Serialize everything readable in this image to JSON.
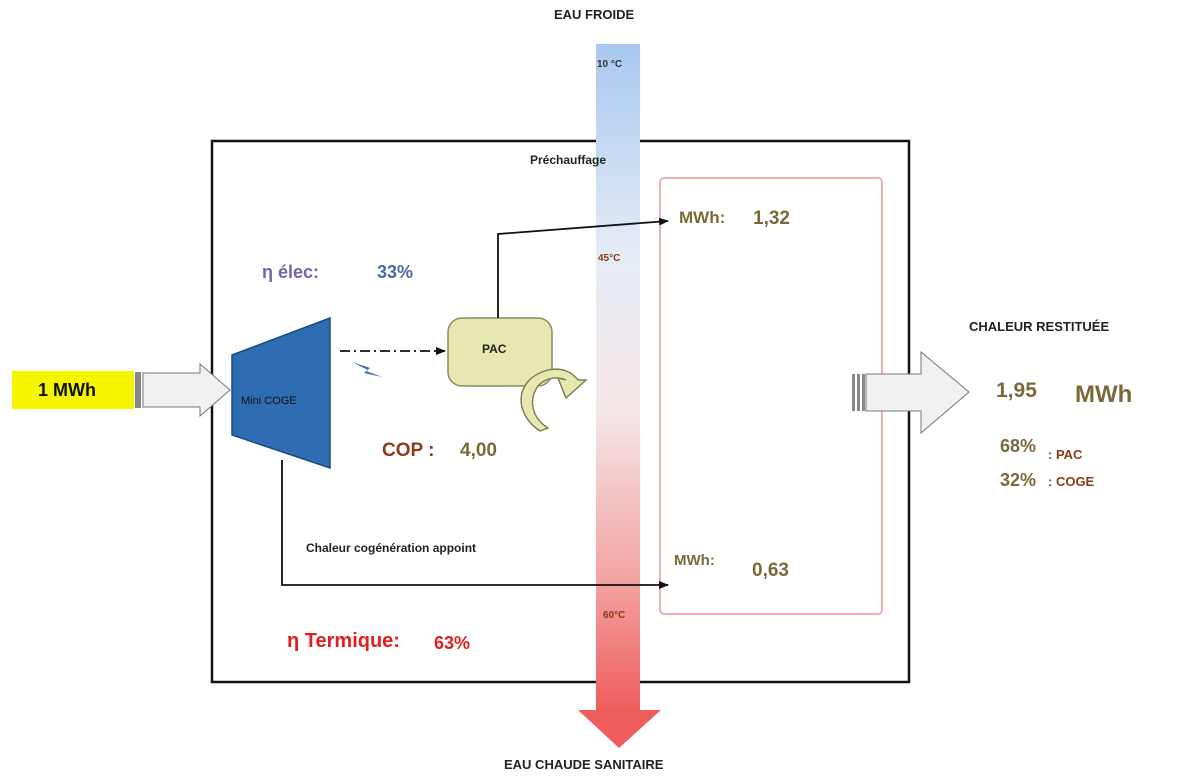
{
  "labels": {
    "cold_water": "EAU FROIDE",
    "hot_water": "EAU CHAUDE SANITAIRE",
    "temp_in": "10 °C",
    "temp_mid": "45°C",
    "temp_out": "60°C",
    "preheating": "Préchauffage",
    "input": "1 MWh",
    "mini_coge": "Mini COGE",
    "pac": "PAC",
    "elec_label": "η élec:",
    "elec_value": "33%",
    "cop_label": "COP :",
    "cop_value": "4,00",
    "pac_mwh_label": "MWh:",
    "pac_mwh_value": "1,32",
    "coge_mwh_label": "MWh:",
    "coge_mwh_value": "0,63",
    "cogeneration_heat": "Chaleur cogénération appoint",
    "thermal_label": "η Termique:",
    "thermal_value": "63%",
    "heat_returned": "CHALEUR RESTITUÉE",
    "total_value": "1,95",
    "total_unit": "MWh",
    "pac_share_value": "68%",
    "pac_share_label": ": PAC",
    "coge_share_value": "32%",
    "coge_share_label": ": COGE"
  },
  "colors": {
    "olive": "#7a6a3a",
    "blue_text": "#4a6aa8",
    "brown": "#8b3a1a",
    "red": "#e02020",
    "coge_fill": "#2f6db3",
    "pac_fill": "#e6e8b0",
    "input_yellow": "#f5f500"
  }
}
